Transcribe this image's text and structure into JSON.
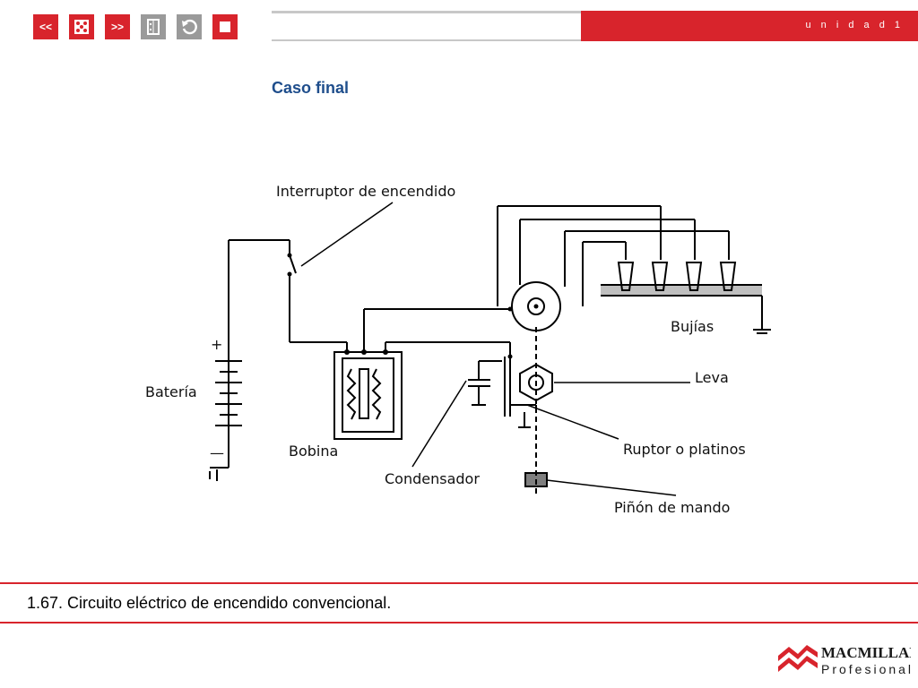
{
  "nav": {
    "prev_label": "<<",
    "next_label": ">>",
    "icons": [
      "prev-icon",
      "dice-icon",
      "next-icon",
      "index-icon",
      "back-icon",
      "stop-icon"
    ]
  },
  "header": {
    "unidad": "u n i d a d 1"
  },
  "page": {
    "title": "Caso final"
  },
  "diagram": {
    "labels": {
      "interruptor": "Interruptor de encendido",
      "bateria": "Batería",
      "bobina": "Bobina",
      "condensador": "Condensador",
      "bujias": "Bujías",
      "leva": "Leva",
      "ruptor": "Ruptor o platinos",
      "pinon": "Piñón de mando"
    },
    "battery_plus": "+",
    "battery_minus": "—"
  },
  "caption": {
    "text": "1.67. Circuito eléctrico de encendido convencional."
  },
  "logo": {
    "name": "MACMILLAN",
    "sub": "Profesional"
  },
  "colors": {
    "accent": "#d8242c",
    "title": "#1f4e8c"
  }
}
